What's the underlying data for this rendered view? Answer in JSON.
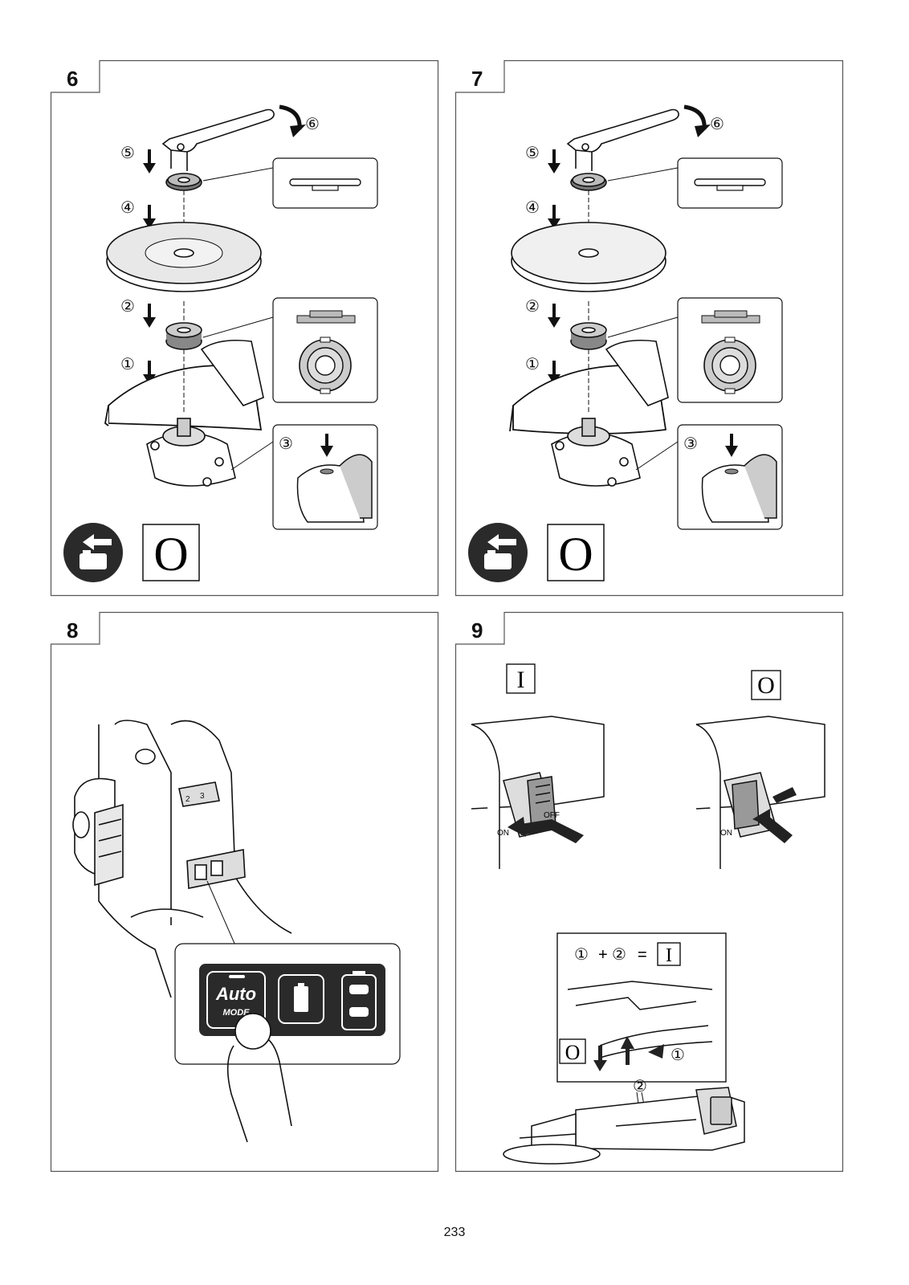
{
  "figures": [
    {
      "number": "6",
      "steps": [
        "①",
        "②",
        "③",
        "④",
        "⑤",
        "⑥"
      ],
      "switch_symbol": "O"
    },
    {
      "number": "7",
      "steps": [
        "①",
        "②",
        "③",
        "④",
        "⑤",
        "⑥"
      ],
      "switch_symbol": "O"
    },
    {
      "number": "8",
      "button_label": "Auto",
      "button_sublabel": "MODE",
      "dial_numbers": [
        "2",
        "3"
      ]
    },
    {
      "number": "9",
      "symbol_on": "I",
      "symbol_off": "O",
      "switch_on_text": "ON",
      "switch_off_text": "OFF",
      "equation": {
        "a": "①",
        "plus": "+",
        "b": "②",
        "equals": "=",
        "result": "I"
      },
      "detail_off_symbol": "O",
      "detail_steps": [
        "①",
        "②"
      ]
    }
  ],
  "page_number": "233",
  "icons": [
    "battery-remove-icon",
    "wrench-icon",
    "rotation-arrow-icon",
    "down-arrow-icon"
  ],
  "colors": {
    "line": "#111111",
    "frame_gray": "#555555",
    "dark_fill": "#2a2a2a"
  }
}
